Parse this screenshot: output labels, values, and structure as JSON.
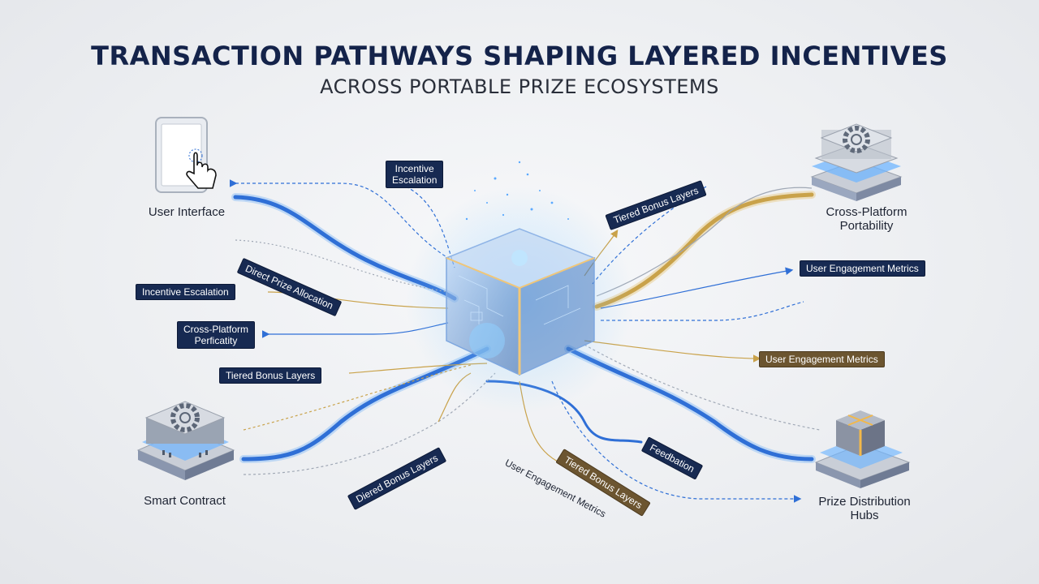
{
  "title": "TRANSACTION PATHWAYS SHAPING LAYERED INCENTIVES",
  "subtitle": "ACROSS PORTABLE PRIZE ECOSYSTEMS",
  "nodes": {
    "user_interface": "User Interface",
    "smart_contract": "Smart Contract",
    "cross_platform_line1": "Cross-Platform",
    "cross_platform_line2": "Portability",
    "prize_hubs_line1": "Prize Distribution",
    "prize_hubs_line2": "Hubs"
  },
  "tags": {
    "incentive_escalation_top_1": "Incentive",
    "incentive_escalation_top_2": "Escalation",
    "tiered_bonus_top_right": "Tiered Bonus Layers",
    "direct_prize_allocation": "Direct Prize Allocation",
    "incentive_escalation_left": "Incentive Escalation",
    "cross_platform_left_1": "Cross-Platform",
    "cross_platform_left_2": "Perficatity",
    "tiered_bonus_left": "Tiered Bonus Layers",
    "user_engagement_right_top": "User Engagement Metrics",
    "user_engagement_right_mid": "User Engagement Metrics",
    "diered_bonus_bottom": "Diered Bonus Layers",
    "tiered_bonus_bottom_gold": "Tiered Bonus Layers",
    "user_engagement_bottom": "User Engagement Metrics",
    "feedbation": "Feedbation"
  },
  "colors": {
    "navy": "#172a52",
    "blue_path": "#2f6fd6",
    "gold_path": "#c9a24a",
    "title": "#14234a"
  },
  "icons": [
    "tablet-touch-icon",
    "gear-stack-icon",
    "gear-chip-icon",
    "prize-box-icon",
    "central-cube-icon"
  ]
}
